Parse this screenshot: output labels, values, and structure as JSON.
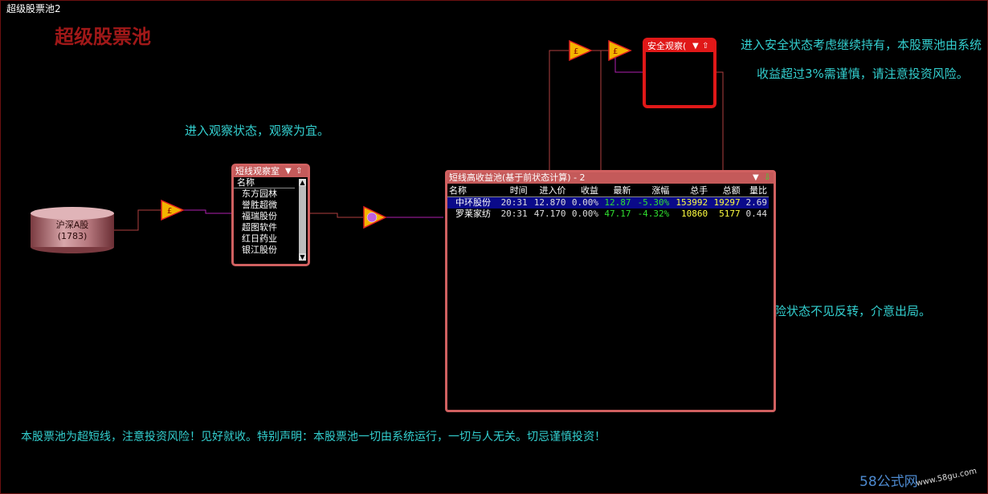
{
  "window_title": "超级股票池2",
  "big_title": "超级股票池",
  "notes": {
    "observe": "进入观察状态，观察为宜。",
    "safe_line1": "进入安全状态考虑继续持有，本股票池由系统",
    "safe_line2": "收益超过3%需谨慎，请注意投资风险。",
    "risk": "险状态不见反转，介意出局。",
    "footer": "本股票池为超短线，注意投资风险！见好就收。特别声明：本股票池一切由系统运行，一切与人无关。切忌谨慎投资！"
  },
  "source": {
    "name": "沪深A股",
    "count": "(1783)"
  },
  "watch_box": {
    "title": "短线观察室",
    "column": "名称",
    "items": [
      "东方园林",
      "誉胜超微",
      "福瑞股份",
      "超图软件",
      "红日药业",
      "银江股份"
    ]
  },
  "pool_box": {
    "title": "短线高收益池(基于前状态计算) - 2",
    "columns": [
      "名称",
      "时间",
      "进入价",
      "收益",
      "最新",
      "涨幅",
      "总手",
      "总额",
      "量比"
    ],
    "rows": [
      {
        "name": "中环股份",
        "time": "20:31",
        "entry": "12.870",
        "profit": "0.00%",
        "latest": "12.87",
        "change": "-5.30%",
        "volume": "153992",
        "amount": "19297",
        "ratio": "2.69"
      },
      {
        "name": "罗莱家纺",
        "time": "20:31",
        "entry": "47.170",
        "profit": "0.00%",
        "latest": "47.17",
        "change": "-4.32%",
        "volume": "10860",
        "amount": "5177",
        "ratio": "0.44"
      }
    ]
  },
  "safe_box": {
    "title": "安全观察("
  },
  "filter_symbol": "£",
  "watermark": {
    "brand": "58公式网",
    "url": "www.58gu.com"
  },
  "colors": {
    "accent_cyan": "#33d0d0",
    "box_border": "#d06060",
    "alert_red": "#e01818",
    "selected_row": "#0a0a8a"
  }
}
